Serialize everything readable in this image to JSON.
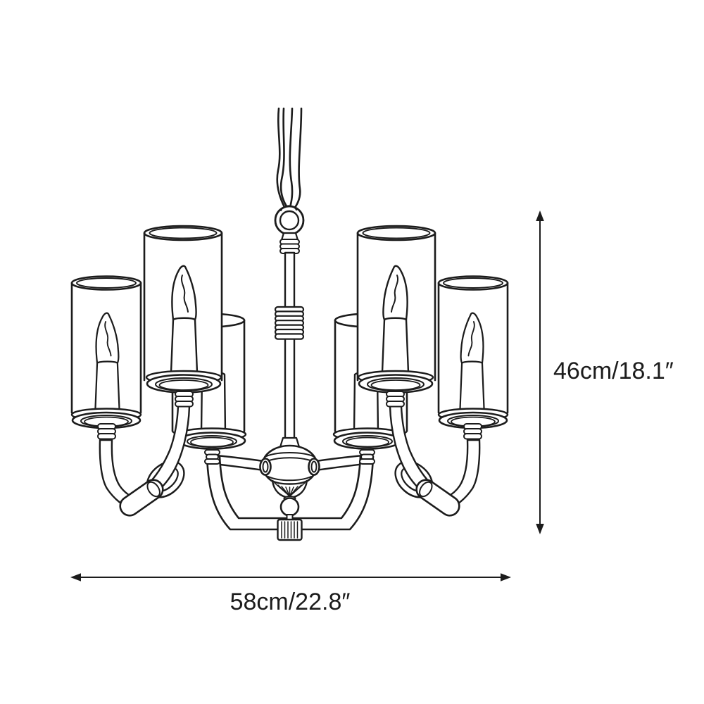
{
  "figure": {
    "name": "6-light candle chandelier technical line drawing",
    "parts": [
      "fabric-cord",
      "hanging-ring",
      "center-stem",
      "stem-coil",
      "center-hub",
      "fan-finial",
      "ball-finial",
      "ribbed-coupler",
      "glass-cylinder-shades",
      "candle-bulbs",
      "scroll-arms"
    ]
  },
  "dimensions": {
    "height_label": "46cm/18.1″",
    "width_label": "58cm/22.8″"
  },
  "colors": {
    "line": "#1c1c1c",
    "background": "#ffffff"
  }
}
